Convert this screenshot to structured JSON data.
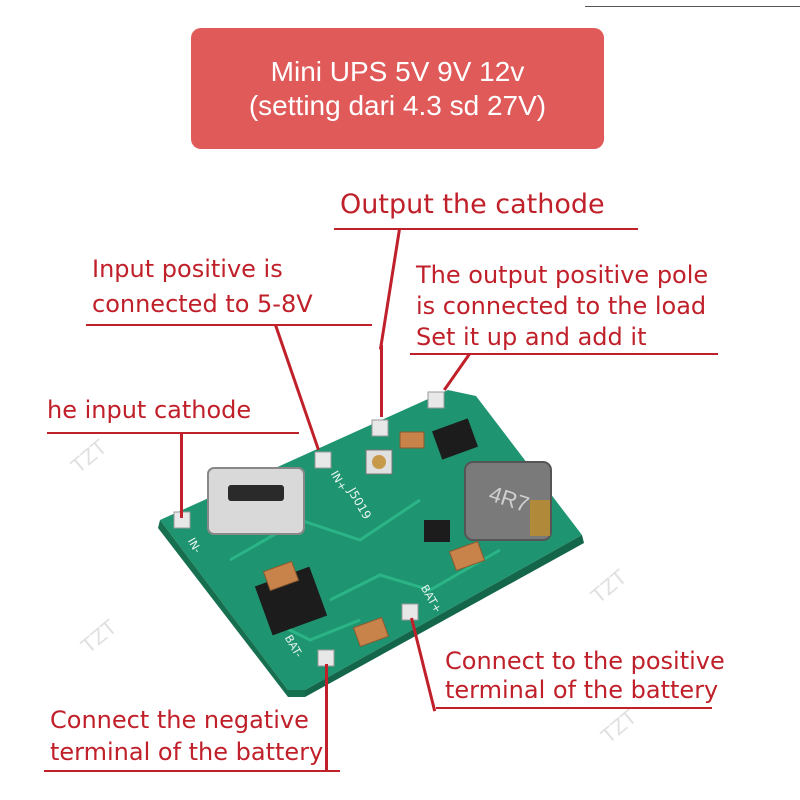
{
  "banner": {
    "line1": "Mini UPS 5V 9V 12v",
    "line2": "(setting dari 4.3 sd 27V)"
  },
  "labels": {
    "output_cathode": "Output the cathode",
    "input_positive_1": "Input positive is",
    "input_positive_2": "connected to 5-8V",
    "output_positive_1": "The output positive pole",
    "output_positive_2": "is connected to the load",
    "output_positive_3": "Set it up and add it",
    "input_cathode": "he input cathode",
    "battery_positive_1": "Connect to the positive",
    "battery_positive_2": "terminal of the battery",
    "battery_negative_1": "Connect the negative",
    "battery_negative_2": "terminal of the battery"
  },
  "board": {
    "silk_in_minus": "IN-",
    "silk_in_plus": "IN+",
    "silk_bat_minus": "BAT-",
    "silk_bat_plus": "BAT+",
    "silk_model": "J5019",
    "inductor_text": "4R7",
    "watermark": "TZT"
  },
  "colors": {
    "banner_bg": "#e05a5a",
    "annotation": "#c0202a",
    "pcb": "#1f9470"
  }
}
